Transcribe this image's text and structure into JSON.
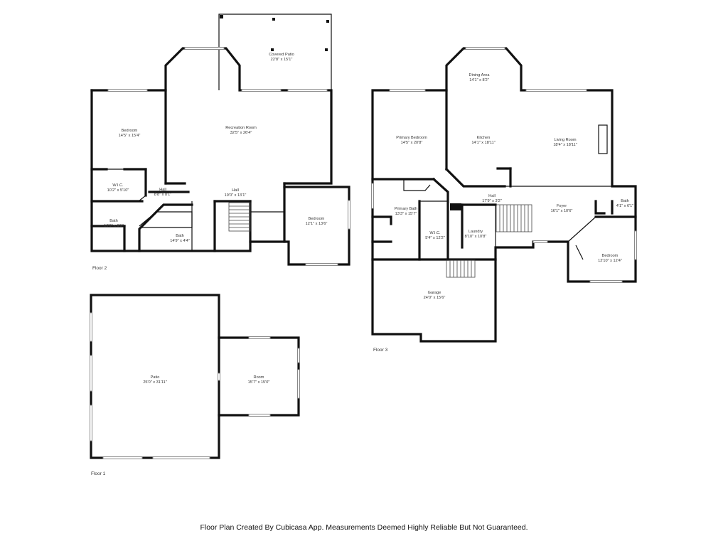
{
  "footer": "Floor Plan Created By Cubicasa App. Measurements Deemed Highly Reliable But Not Guaranteed.",
  "floors": [
    {
      "label": "Floor 1",
      "rooms": [
        {
          "name": "Patio",
          "dims": "25'0\" x 31'11\""
        },
        {
          "name": "Room",
          "dims": "15'7\" x 15'0\""
        }
      ]
    },
    {
      "label": "Floor 2",
      "rooms": [
        {
          "name": "Covered Patio",
          "dims": "22'8\" x 15'1\""
        },
        {
          "name": "Recreation Room",
          "dims": "32'5\" x 26'4\""
        },
        {
          "name": "Bedroom",
          "dims": "14'5\" x 15'4\""
        },
        {
          "name": "W.I.C.",
          "dims": "10'2\" x 5'10\""
        },
        {
          "name": "Hall",
          "dims": "8'8\" x 8'1\""
        },
        {
          "name": "Hall",
          "dims": "19'0\" x 13'1\""
        },
        {
          "name": "Bath",
          "dims": "10'0\" x 9'9\""
        },
        {
          "name": "Bath",
          "dims": "14'9\" x 4'4\""
        },
        {
          "name": "Bedroom",
          "dims": "12'1\" x 13'6\""
        }
      ]
    },
    {
      "label": "Floor 3",
      "rooms": [
        {
          "name": "Dining Area",
          "dims": "14'1\" x 8'2\""
        },
        {
          "name": "Primary Bedroom",
          "dims": "14'5\" x 20'8\""
        },
        {
          "name": "Kitchen",
          "dims": "14'1\" x 18'11\""
        },
        {
          "name": "Living Room",
          "dims": "18'4\" x 18'11\""
        },
        {
          "name": "Hall",
          "dims": "17'9\" x 3'2\""
        },
        {
          "name": "Primary Bath",
          "dims": "13'3\" x 15'7\""
        },
        {
          "name": "W.I.C.",
          "dims": "5'4\" x 12'2\""
        },
        {
          "name": "Laundry",
          "dims": "8'10\" x 10'8\""
        },
        {
          "name": "Foyer",
          "dims": "16'1\" x 10'6\""
        },
        {
          "name": "Bath",
          "dims": "4'1\" x 6'1\""
        },
        {
          "name": "Bedroom",
          "dims": "12'10\" x 12'4\""
        },
        {
          "name": "Garage",
          "dims": "24'0\" x 15'6\""
        }
      ]
    }
  ]
}
